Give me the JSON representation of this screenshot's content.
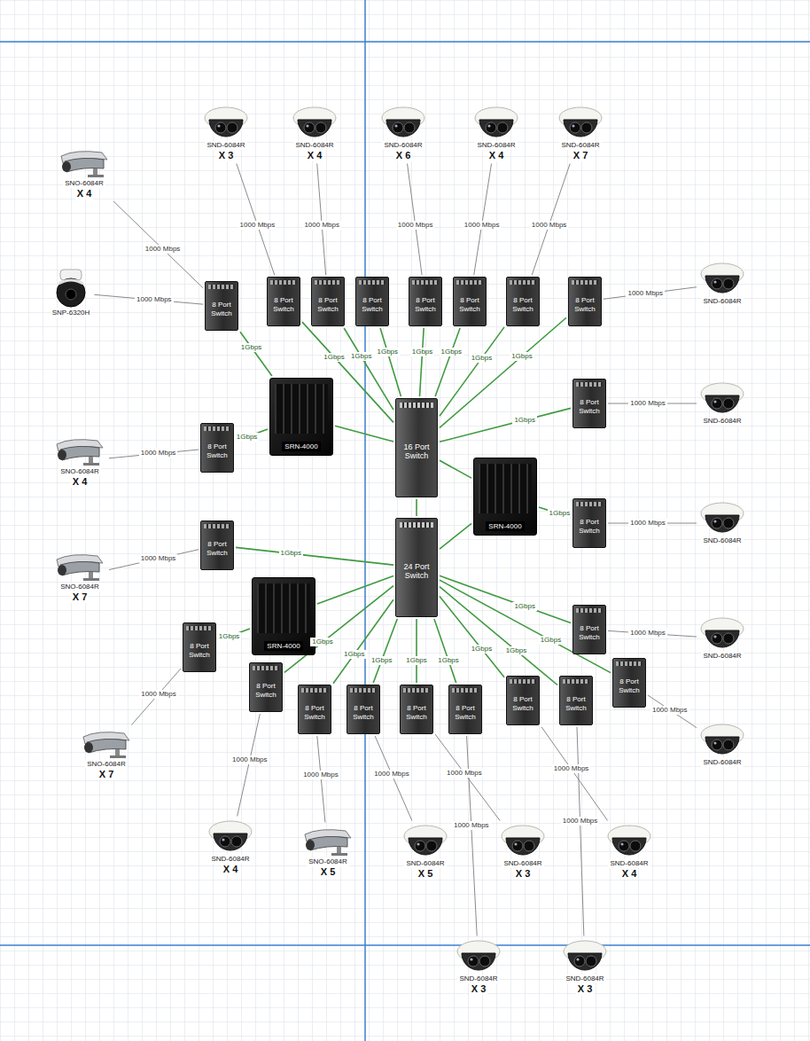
{
  "diagram": {
    "nodes": [
      {
        "text": [
          "SNO-6084R",
          "X 4"
        ]
      },
      {
        "text": [
          "SND-6084R",
          "X 3"
        ]
      },
      {
        "text": [
          "SND-6084R",
          "X 4"
        ]
      },
      {
        "text": [
          "SND-6084R",
          "X 6"
        ]
      },
      {
        "text": [
          "SND-6084R",
          "X 4"
        ]
      },
      {
        "text": [
          "SND-6084R",
          "X 7"
        ]
      },
      {
        "text": [
          "SNP-6320H"
        ]
      },
      {
        "text": [
          "8 Port Switch"
        ]
      },
      {
        "text": [
          "8 Port Switch"
        ]
      },
      {
        "text": [
          "8 Port Switch"
        ]
      },
      {
        "text": [
          "8 Port Switch"
        ]
      },
      {
        "text": [
          "8 Port Switch"
        ]
      },
      {
        "text": [
          "8 Port Switch"
        ]
      },
      {
        "text": [
          "8 Port Switch"
        ]
      },
      {
        "text": [
          "8 Port Switch"
        ]
      },
      {
        "text": [
          "SND-6084R"
        ]
      },
      {
        "text": [
          "SRN-4000"
        ]
      },
      {
        "text": [
          "16 Port Switch"
        ]
      },
      {
        "text": [
          "8 Port Switch"
        ]
      },
      {
        "text": [
          "SND-6084R"
        ]
      },
      {
        "text": [
          "SNO-6084R",
          "X 4"
        ]
      },
      {
        "text": [
          "8 Port Switch"
        ]
      },
      {
        "text": [
          "SRN-4000"
        ]
      },
      {
        "text": [
          "8 Port Switch"
        ]
      },
      {
        "text": [
          "SND-6084R"
        ]
      },
      {
        "text": [
          "SNO-6084R",
          "X 7"
        ]
      },
      {
        "text": [
          "8 Port Switch"
        ]
      },
      {
        "text": [
          "24 Port Switch"
        ]
      },
      {
        "text": [
          "SRN-4000"
        ]
      },
      {
        "text": [
          "8 Port Switch"
        ]
      },
      {
        "text": [
          "8 Port Switch"
        ]
      },
      {
        "text": [
          "SND-6084R"
        ]
      },
      {
        "text": [
          "8 Port Switch"
        ]
      },
      {
        "text": [
          "8 Port Switch"
        ]
      },
      {
        "text": [
          "8 Port Switch"
        ]
      },
      {
        "text": [
          "8 Port Switch"
        ]
      },
      {
        "text": [
          "8 Port Switch"
        ]
      },
      {
        "text": [
          "8 Port Switch"
        ]
      },
      {
        "text": [
          "8 Port Switch"
        ]
      },
      {
        "text": [
          "8 Port Switch"
        ]
      },
      {
        "text": [
          "SND-6084R"
        ]
      },
      {
        "text": [
          "SNO-6084R",
          "X 7"
        ]
      },
      {
        "text": [
          "SND-6084R",
          "X 4"
        ]
      },
      {
        "text": [
          "SNO-6084R",
          "X 5"
        ]
      },
      {
        "text": [
          "SND-6084R",
          "X 5"
        ]
      },
      {
        "text": [
          "SND-6084R",
          "X 3"
        ]
      },
      {
        "text": [
          "SND-6084R",
          "X 4"
        ]
      },
      {
        "text": [
          "SND-6084R",
          "X 3"
        ]
      },
      {
        "text": [
          "SND-6084R",
          "X 3"
        ]
      }
    ],
    "edges": [
      {
        "from": 7,
        "to": 0,
        "arrow": "none",
        "label": "1000 Mbps"
      },
      {
        "from": 7,
        "to": 6,
        "arrow": "none",
        "label": "1000 Mbps"
      },
      {
        "from": 8,
        "to": 1,
        "arrow": "none",
        "label": "1000 Mbps"
      },
      {
        "from": 9,
        "to": 2,
        "arrow": "none",
        "label": "1000 Mbps"
      },
      {
        "from": 11,
        "to": 3,
        "arrow": "none",
        "label": "1000 Mbps"
      },
      {
        "from": 12,
        "to": 4,
        "arrow": "none",
        "label": "1000 Mbps"
      },
      {
        "from": 13,
        "to": 5,
        "arrow": "none",
        "label": "1000 Mbps"
      },
      {
        "from": 14,
        "to": 15,
        "arrow": "none",
        "label": "1000 Mbps"
      },
      {
        "from": 18,
        "to": 19,
        "arrow": "none",
        "label": "1000 Mbps"
      },
      {
        "from": 23,
        "to": 24,
        "arrow": "none",
        "label": "1000 Mbps"
      },
      {
        "from": 30,
        "to": 31,
        "arrow": "none",
        "label": "1000 Mbps"
      },
      {
        "from": 39,
        "to": 40,
        "arrow": "none",
        "label": "1000 Mbps"
      },
      {
        "from": 21,
        "to": 20,
        "arrow": "none",
        "label": "1000 Mbps"
      },
      {
        "from": 26,
        "to": 25,
        "arrow": "none",
        "label": "1000 Mbps"
      },
      {
        "from": 29,
        "to": 41,
        "arrow": "none",
        "label": "1000 Mbps"
      },
      {
        "from": 32,
        "to": 42,
        "arrow": "none",
        "label": "1000 Mbps"
      },
      {
        "from": 33,
        "to": 43,
        "arrow": "none",
        "label": "1000 Mbps"
      },
      {
        "from": 34,
        "to": 44,
        "arrow": "none",
        "label": "1000 Mbps"
      },
      {
        "from": 35,
        "to": 45,
        "arrow": "none",
        "label": "1000 Mbps"
      },
      {
        "from": 37,
        "to": 46,
        "arrow": "none",
        "label": "1000 Mbps"
      },
      {
        "from": 36,
        "to": 47,
        "arrow": "none",
        "label": "1000 Mbps"
      },
      {
        "from": 38,
        "to": 48,
        "arrow": "none",
        "label": "1000 Mbps"
      },
      {
        "from": 7,
        "to": 16,
        "arrow": "none",
        "label": "1Gbps"
      },
      {
        "from": 8,
        "to": 17,
        "arrow": "none",
        "label": "1Gbps"
      },
      {
        "from": 9,
        "to": 17,
        "arrow": "none",
        "label": "1Gbps"
      },
      {
        "from": 10,
        "to": 17,
        "arrow": "none",
        "label": "1Gbps"
      },
      {
        "from": 11,
        "to": 17,
        "arrow": "none",
        "label": "1Gbps"
      },
      {
        "from": 12,
        "to": 17,
        "arrow": "none",
        "label": "1Gbps"
      },
      {
        "from": 13,
        "to": 17,
        "arrow": "none",
        "label": "1Gbps"
      },
      {
        "from": 14,
        "to": 17,
        "arrow": "none",
        "label": "1Gbps"
      },
      {
        "from": 18,
        "to": 17,
        "arrow": "none",
        "label": "1Gbps"
      },
      {
        "from": 21,
        "to": 16,
        "arrow": "none",
        "label": "1Gbps"
      },
      {
        "from": 23,
        "to": 22,
        "arrow": "none",
        "label": "1Gbps"
      },
      {
        "from": 26,
        "to": 27,
        "arrow": "none",
        "label": "1Gbps"
      },
      {
        "from": 29,
        "to": 28,
        "arrow": "none",
        "label": "1Gbps"
      },
      {
        "from": 30,
        "to": 27,
        "arrow": "none",
        "label": "1Gbps"
      },
      {
        "from": 32,
        "to": 27,
        "arrow": "none",
        "label": "1Gbps"
      },
      {
        "from": 33,
        "to": 27,
        "arrow": "none",
        "label": "1Gbps"
      },
      {
        "from": 34,
        "to": 27,
        "arrow": "none",
        "label": "1Gbps"
      },
      {
        "from": 35,
        "to": 27,
        "arrow": "none",
        "label": "1Gbps"
      },
      {
        "from": 36,
        "to": 27,
        "arrow": "none",
        "label": "1Gbps"
      },
      {
        "from": 37,
        "to": 27,
        "arrow": "none",
        "label": "1Gbps"
      },
      {
        "from": 38,
        "to": 27,
        "arrow": "none",
        "label": "1Gbps"
      },
      {
        "from": 39,
        "to": 27,
        "arrow": "none",
        "label": "1Gbps"
      },
      {
        "from": 16,
        "to": 17,
        "arrow": "none"
      },
      {
        "from": 22,
        "to": 17,
        "arrow": "none"
      },
      {
        "from": 22,
        "to": 27,
        "arrow": "none"
      },
      {
        "from": 28,
        "to": 27,
        "arrow": "none"
      },
      {
        "from": 17,
        "to": 27,
        "arrow": "none"
      }
    ]
  }
}
